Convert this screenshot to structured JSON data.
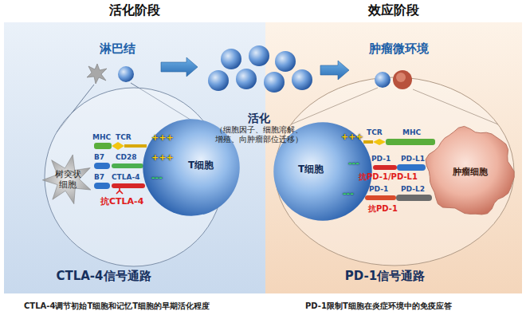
{
  "diagram": {
    "nodes": [
      {
        "text": [
          "活化阶段",
          "CTLA-4信号通路"
        ]
      },
      {
        "text": [
          "淋巴结"
        ],
        "in": 0
      },
      {
        "text": [
          "树突状细胞"
        ],
        "in": 0
      },
      {
        "text": [
          "T细胞"
        ],
        "in": 0
      },
      {
        "text": [
          "活化",
          "（细胞因子、细胞溶解、增殖、向肿瘤部位迁移）"
        ]
      },
      {
        "text": [
          "效应阶段",
          "PD-1信号通路"
        ]
      },
      {
        "text": [
          "肿瘤微环境"
        ],
        "in": 5
      },
      {
        "text": [
          "T细胞"
        ],
        "in": 5
      },
      {
        "text": [
          "肿瘤细胞"
        ],
        "in": 5
      }
    ],
    "edges": [
      {
        "from": 1,
        "to": 4,
        "arrow": "to"
      },
      {
        "from": 4,
        "to": 6,
        "arrow": "to"
      }
    ],
    "labels": [
      "MHC",
      "TCR",
      "+++",
      "B7",
      "CD28",
      "+++",
      "B7",
      "CTLA-4",
      "---",
      "抗CTLA-4",
      "TCR",
      "MHC",
      "+++",
      "PD-1",
      "PD-L1",
      "---",
      "抗PD-1/PD-L1",
      "PD-1",
      "PD-L2",
      "---",
      "抗PD-1",
      "CTLA-4调节初始T细胞和记忆T细胞的早期活化程度",
      "PD-1限制T细胞在炎症环境中的免疫应答"
    ]
  }
}
